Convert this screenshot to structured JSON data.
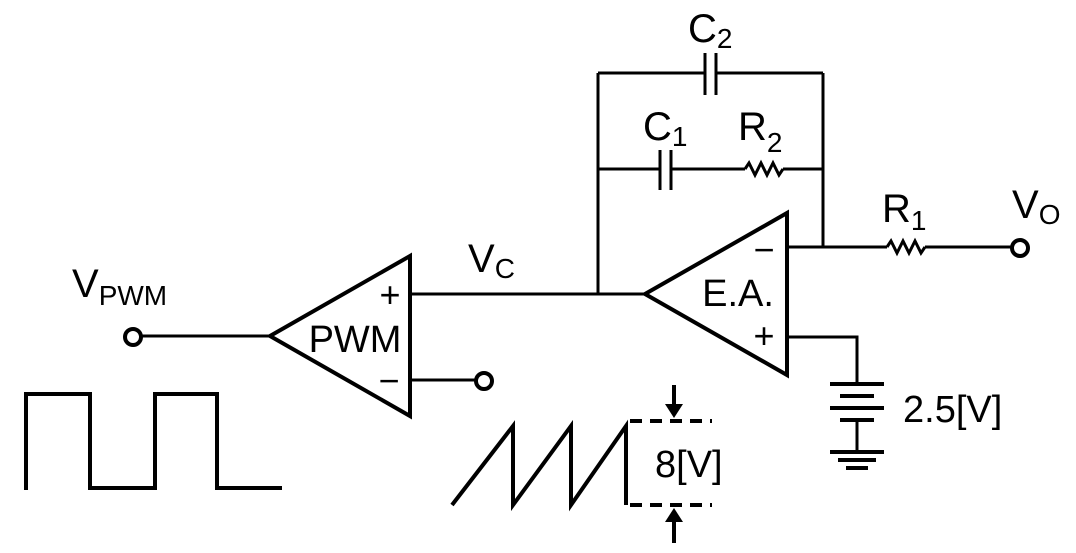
{
  "labels": {
    "c2": {
      "main": "C",
      "sub": "2"
    },
    "c1": {
      "main": "C",
      "sub": "1"
    },
    "r2": {
      "main": "R",
      "sub": "2"
    },
    "r1": {
      "main": "R",
      "sub": "1"
    },
    "vo": {
      "main": "V",
      "sub": "O"
    },
    "vc": {
      "main": "V",
      "sub": "C"
    },
    "vpwm": {
      "main": "V",
      "sub": "PWM"
    }
  },
  "blocks": {
    "pwm": {
      "name": "PWM",
      "plus": "+",
      "minus": "−"
    },
    "ea": {
      "name": "E.A.",
      "plus": "+",
      "minus": "−"
    }
  },
  "values": {
    "battery": "2.5[V]",
    "ramp": "8[V]"
  }
}
